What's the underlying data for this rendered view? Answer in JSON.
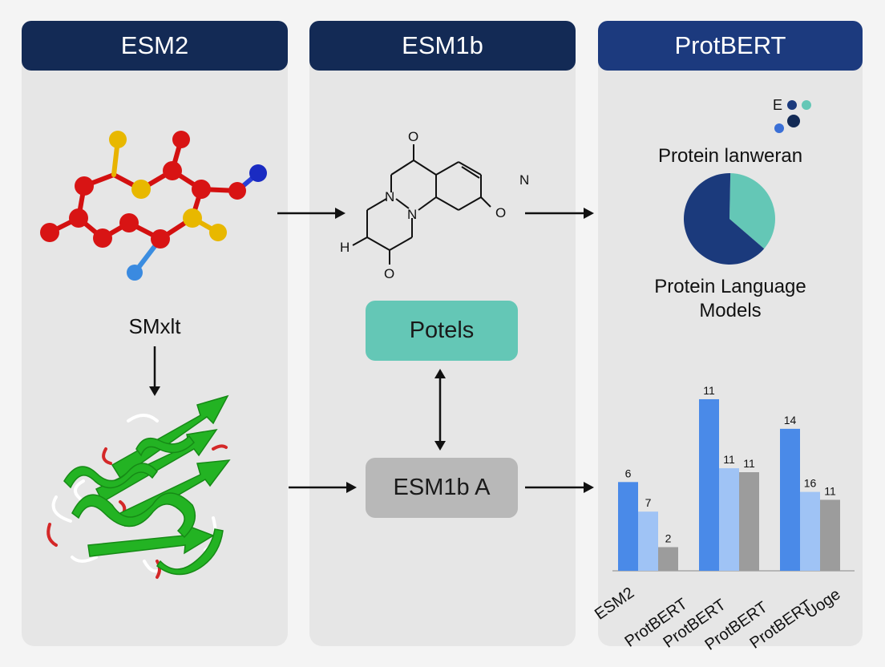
{
  "panels": {
    "left": {
      "title": "ESM2",
      "label": "SMxlt"
    },
    "middle": {
      "title": "ESM1b",
      "box_top": "Potels",
      "box_bottom": "ESM1b A",
      "atom_labels": [
        "O",
        "N",
        "N",
        "N",
        "O",
        "H",
        "O"
      ]
    },
    "right": {
      "title": "ProtBERT",
      "legend_letter": "E",
      "pie_title": "Protein lanweran",
      "pie_caption_1": "Protein Language",
      "pie_caption_2": "Models"
    }
  },
  "colors": {
    "header_dark": "#132a55",
    "header_blue": "#1c3a7e",
    "teal": "#64c7b6",
    "navy": "#1b3a7c",
    "bar_blue": "#4a8ae8",
    "bar_light": "#9fc3f5",
    "bar_gray": "#9c9c9c"
  },
  "chart_data": [
    {
      "type": "pie",
      "values": [
        0.36,
        0.64
      ],
      "colors": [
        "#64c7b6",
        "#1b3a7c"
      ]
    },
    {
      "type": "bar",
      "series_colors": [
        "#4a8ae8",
        "#9fc3f5",
        "#9c9c9c"
      ],
      "groups": [
        {
          "values": [
            6,
            7,
            2
          ]
        },
        {
          "values": [
            11,
            11,
            11
          ]
        },
        {
          "values": [
            14,
            16,
            11
          ]
        }
      ],
      "bar_heights_relative": [
        [
          0.45,
          0.3,
          0.12
        ],
        [
          0.87,
          0.52,
          0.5
        ],
        [
          0.72,
          0.4,
          0.36
        ]
      ],
      "x_tick_labels": [
        "ESM2",
        "ProtBERT",
        "ProtBERT",
        "ProtBERT",
        "ProtBERT",
        "Uoge"
      ]
    }
  ]
}
